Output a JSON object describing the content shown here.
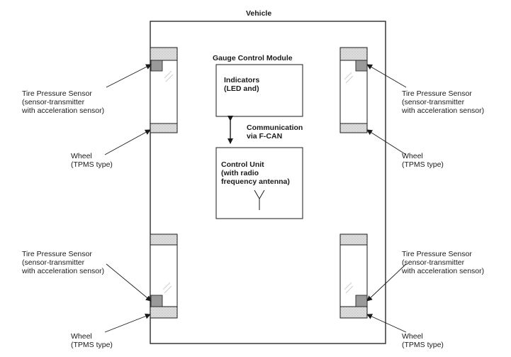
{
  "vehicle_label": "Vehicle",
  "module": {
    "title": "Gauge Control Module",
    "indicators": "Indicators\n(LED and)",
    "communication": "Communication\nvia F-CAN",
    "control_unit": "Control Unit\n(with radio\nfrequency antenna)"
  },
  "labels": {
    "tire_sensor_fl": "Tire Pressure Sensor\n(sensor-transmitter\nwith acceleration sensor)",
    "tire_sensor_fr": "Tire Pressure Sensor\n(sensor-transmitter\nwith acceleration sensor)",
    "tire_sensor_rl": "Tire Pressure Sensor\n(sensor-transmitter\nwith acceleration sensor)",
    "tire_sensor_rr": "Tire Pressure Sensor\n(sensor-transmitter\nwith acceleration sensor)",
    "wheel_fl": "Wheel\n(TPMS type)",
    "wheel_fr": "Wheel\n(TPMS type)",
    "wheel_rl": "Wheel\n(TPMS type)",
    "wheel_rr": "Wheel\n(TPMS type)"
  },
  "colors": {
    "line": "#1a1a1a",
    "band": "#d6d6d6",
    "sensor": "#9a9a9a",
    "background": "#ffffff"
  }
}
